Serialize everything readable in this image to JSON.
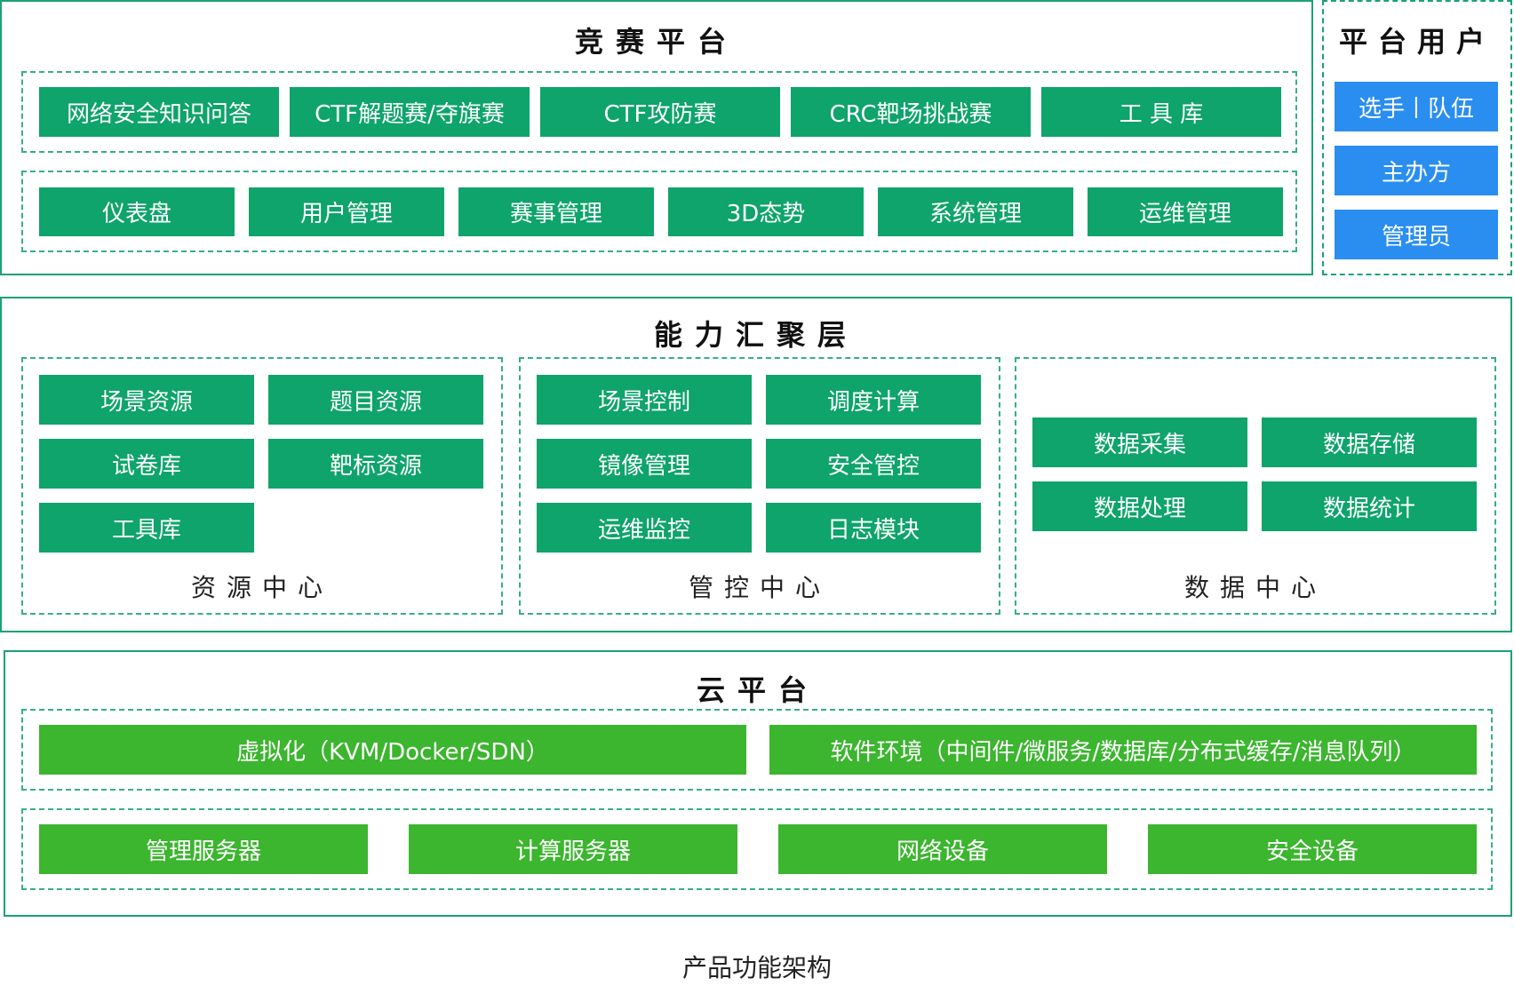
{
  "competition": {
    "title": "竞赛平台",
    "row1": [
      "网络安全知识问答",
      "CTF解题赛/夺旗赛",
      "CTF攻防赛",
      "CRC靶场挑战赛",
      "工 具 库"
    ],
    "row2": [
      "仪表盘",
      "用户管理",
      "赛事管理",
      "3D态势",
      "系统管理",
      "运维管理"
    ]
  },
  "users": {
    "title": "平台用户",
    "items": [
      "选手丨队伍",
      "主办方",
      "管理员"
    ]
  },
  "capability": {
    "title": "能力汇聚层",
    "resource": {
      "label": "资源中心",
      "items": [
        "场景资源",
        "题目资源",
        "试卷库",
        "靶标资源",
        "工具库"
      ]
    },
    "control": {
      "label": "管控中心",
      "items": [
        "场景控制",
        "调度计算",
        "镜像管理",
        "安全管控",
        "运维监控",
        "日志模块"
      ]
    },
    "data": {
      "label": "数据中心",
      "items": [
        "数据采集",
        "数据存储",
        "数据处理",
        "数据统计"
      ]
    }
  },
  "cloud": {
    "title": "云平台",
    "row1": [
      "虚拟化（KVM/Docker/SDN）",
      "软件环境（中间件/微服务/数据库/分布式缓存/消息队列）"
    ],
    "row2": [
      "管理服务器",
      "计算服务器",
      "网络设备",
      "安全设备"
    ]
  },
  "caption": "产品功能架构",
  "colors": {
    "green": "#0ea46b",
    "light_green": "#3cb52f",
    "blue": "#2a8ef0",
    "border": "#1ba275"
  }
}
